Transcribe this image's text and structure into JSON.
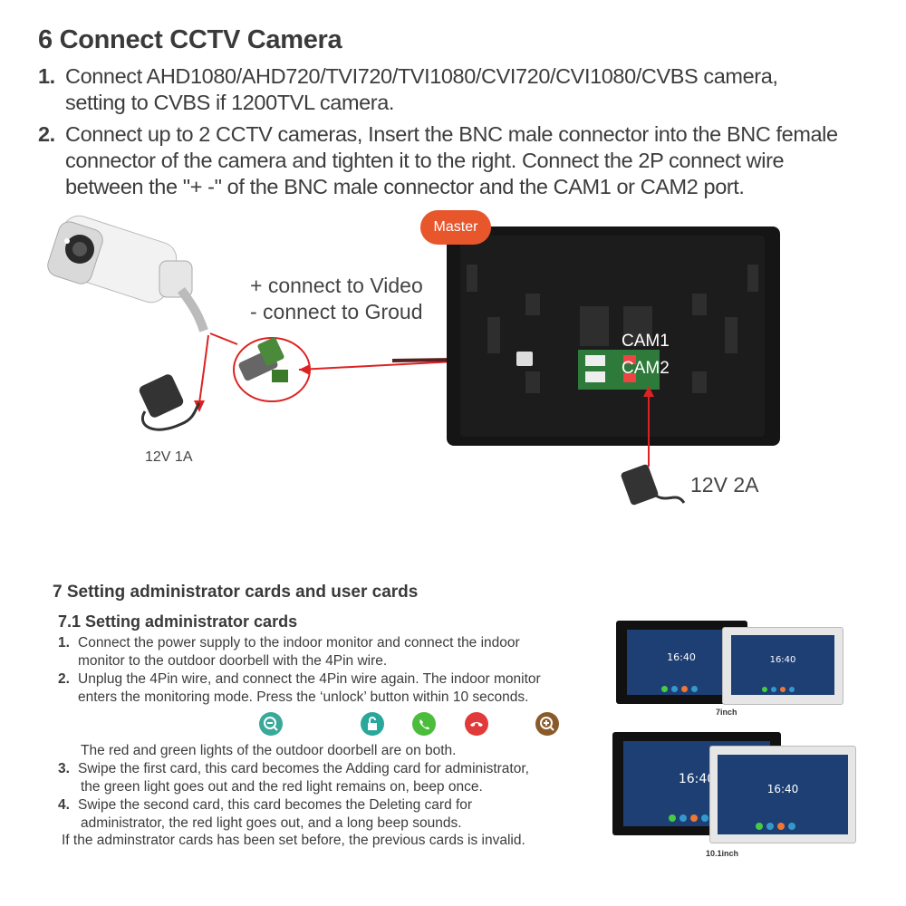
{
  "section6": {
    "title": "6  Connect CCTV Camera",
    "step1": {
      "num": "1.",
      "line1": "Connect AHD1080/AHD720/TVI720/TVI1080/CVI720/CVI1080/CVBS camera,",
      "line2": "setting to CVBS if 1200TVL camera."
    },
    "step2": {
      "num": "2.",
      "line1": "Connect up to 2 CCTV cameras, Insert the BNC male connector into the BNC female",
      "line2": "connector of the camera and tighten it to the right. Connect the 2P connect wire",
      "line3": "between the \"+ -\" of the BNC male connector and the CAM1 or CAM2 port."
    }
  },
  "diagram": {
    "master_badge": "Master",
    "plus_label": "+ connect to Video",
    "minus_label": "- connect to Groud",
    "cam1": "CAM1",
    "cam2": "CAM2",
    "camera_power": "12V 1A",
    "monitor_power": "12V 2A",
    "accent_red": "#e02a2a",
    "badge_color": "#e8562c"
  },
  "section7": {
    "title": "7  Setting administrator cards and user cards",
    "subtitle": "7.1 Setting administrator cards",
    "step1": {
      "num": "1.",
      "line1": "Connect the power supply to the indoor monitor and connect the indoor",
      "line2": "monitor to the outdoor doorbell with the 4Pin wire."
    },
    "step2": {
      "num": "2.",
      "line1": "Unplug the 4Pin wire, and connect the 4Pin wire again. The indoor monitor",
      "line2": "enters the monitoring mode. Press the ‘unlock’ button within 10 seconds."
    },
    "icons": [
      "zoom-out-icon",
      "unlock-icon",
      "call-answer-icon",
      "hang-up-icon",
      "zoom-in-icon"
    ],
    "note": "The red and green lights of the outdoor doorbell are on both.",
    "step3": {
      "num": "3.",
      "line1": "Swipe the first card, this card becomes the Adding card for administrator,",
      "line2": "the green light goes out and the red light remains on, beep once."
    },
    "step4": {
      "num": "4.",
      "line1": "Swipe the second card, this card becomes the Deleting card for",
      "line2": "administrator,  the red light goes out, and a long beep sounds."
    },
    "footer": "If the adminstrator cards has been set before, the previous cards is invalid."
  },
  "monitors": {
    "time": "16:40",
    "small_label": "7inch",
    "large_label": "10.1inch"
  }
}
